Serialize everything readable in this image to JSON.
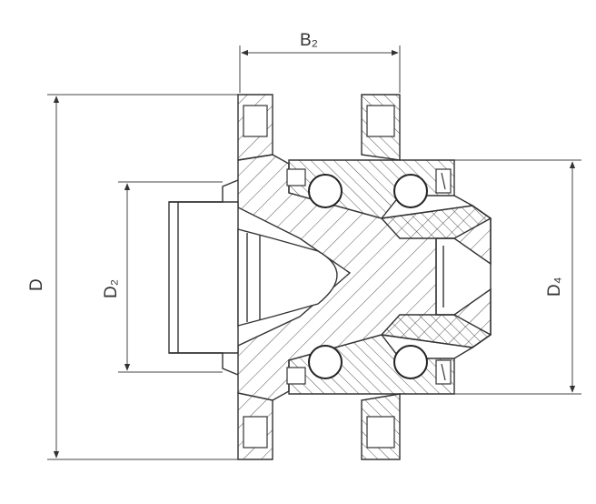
{
  "diagram": {
    "labels": {
      "B2": "B₂",
      "D": "D",
      "D2": "D₂",
      "D4": "D₄"
    },
    "colors": {
      "line": "#3a3a3a",
      "hatch": "#555555",
      "background": "#ffffff"
    }
  }
}
